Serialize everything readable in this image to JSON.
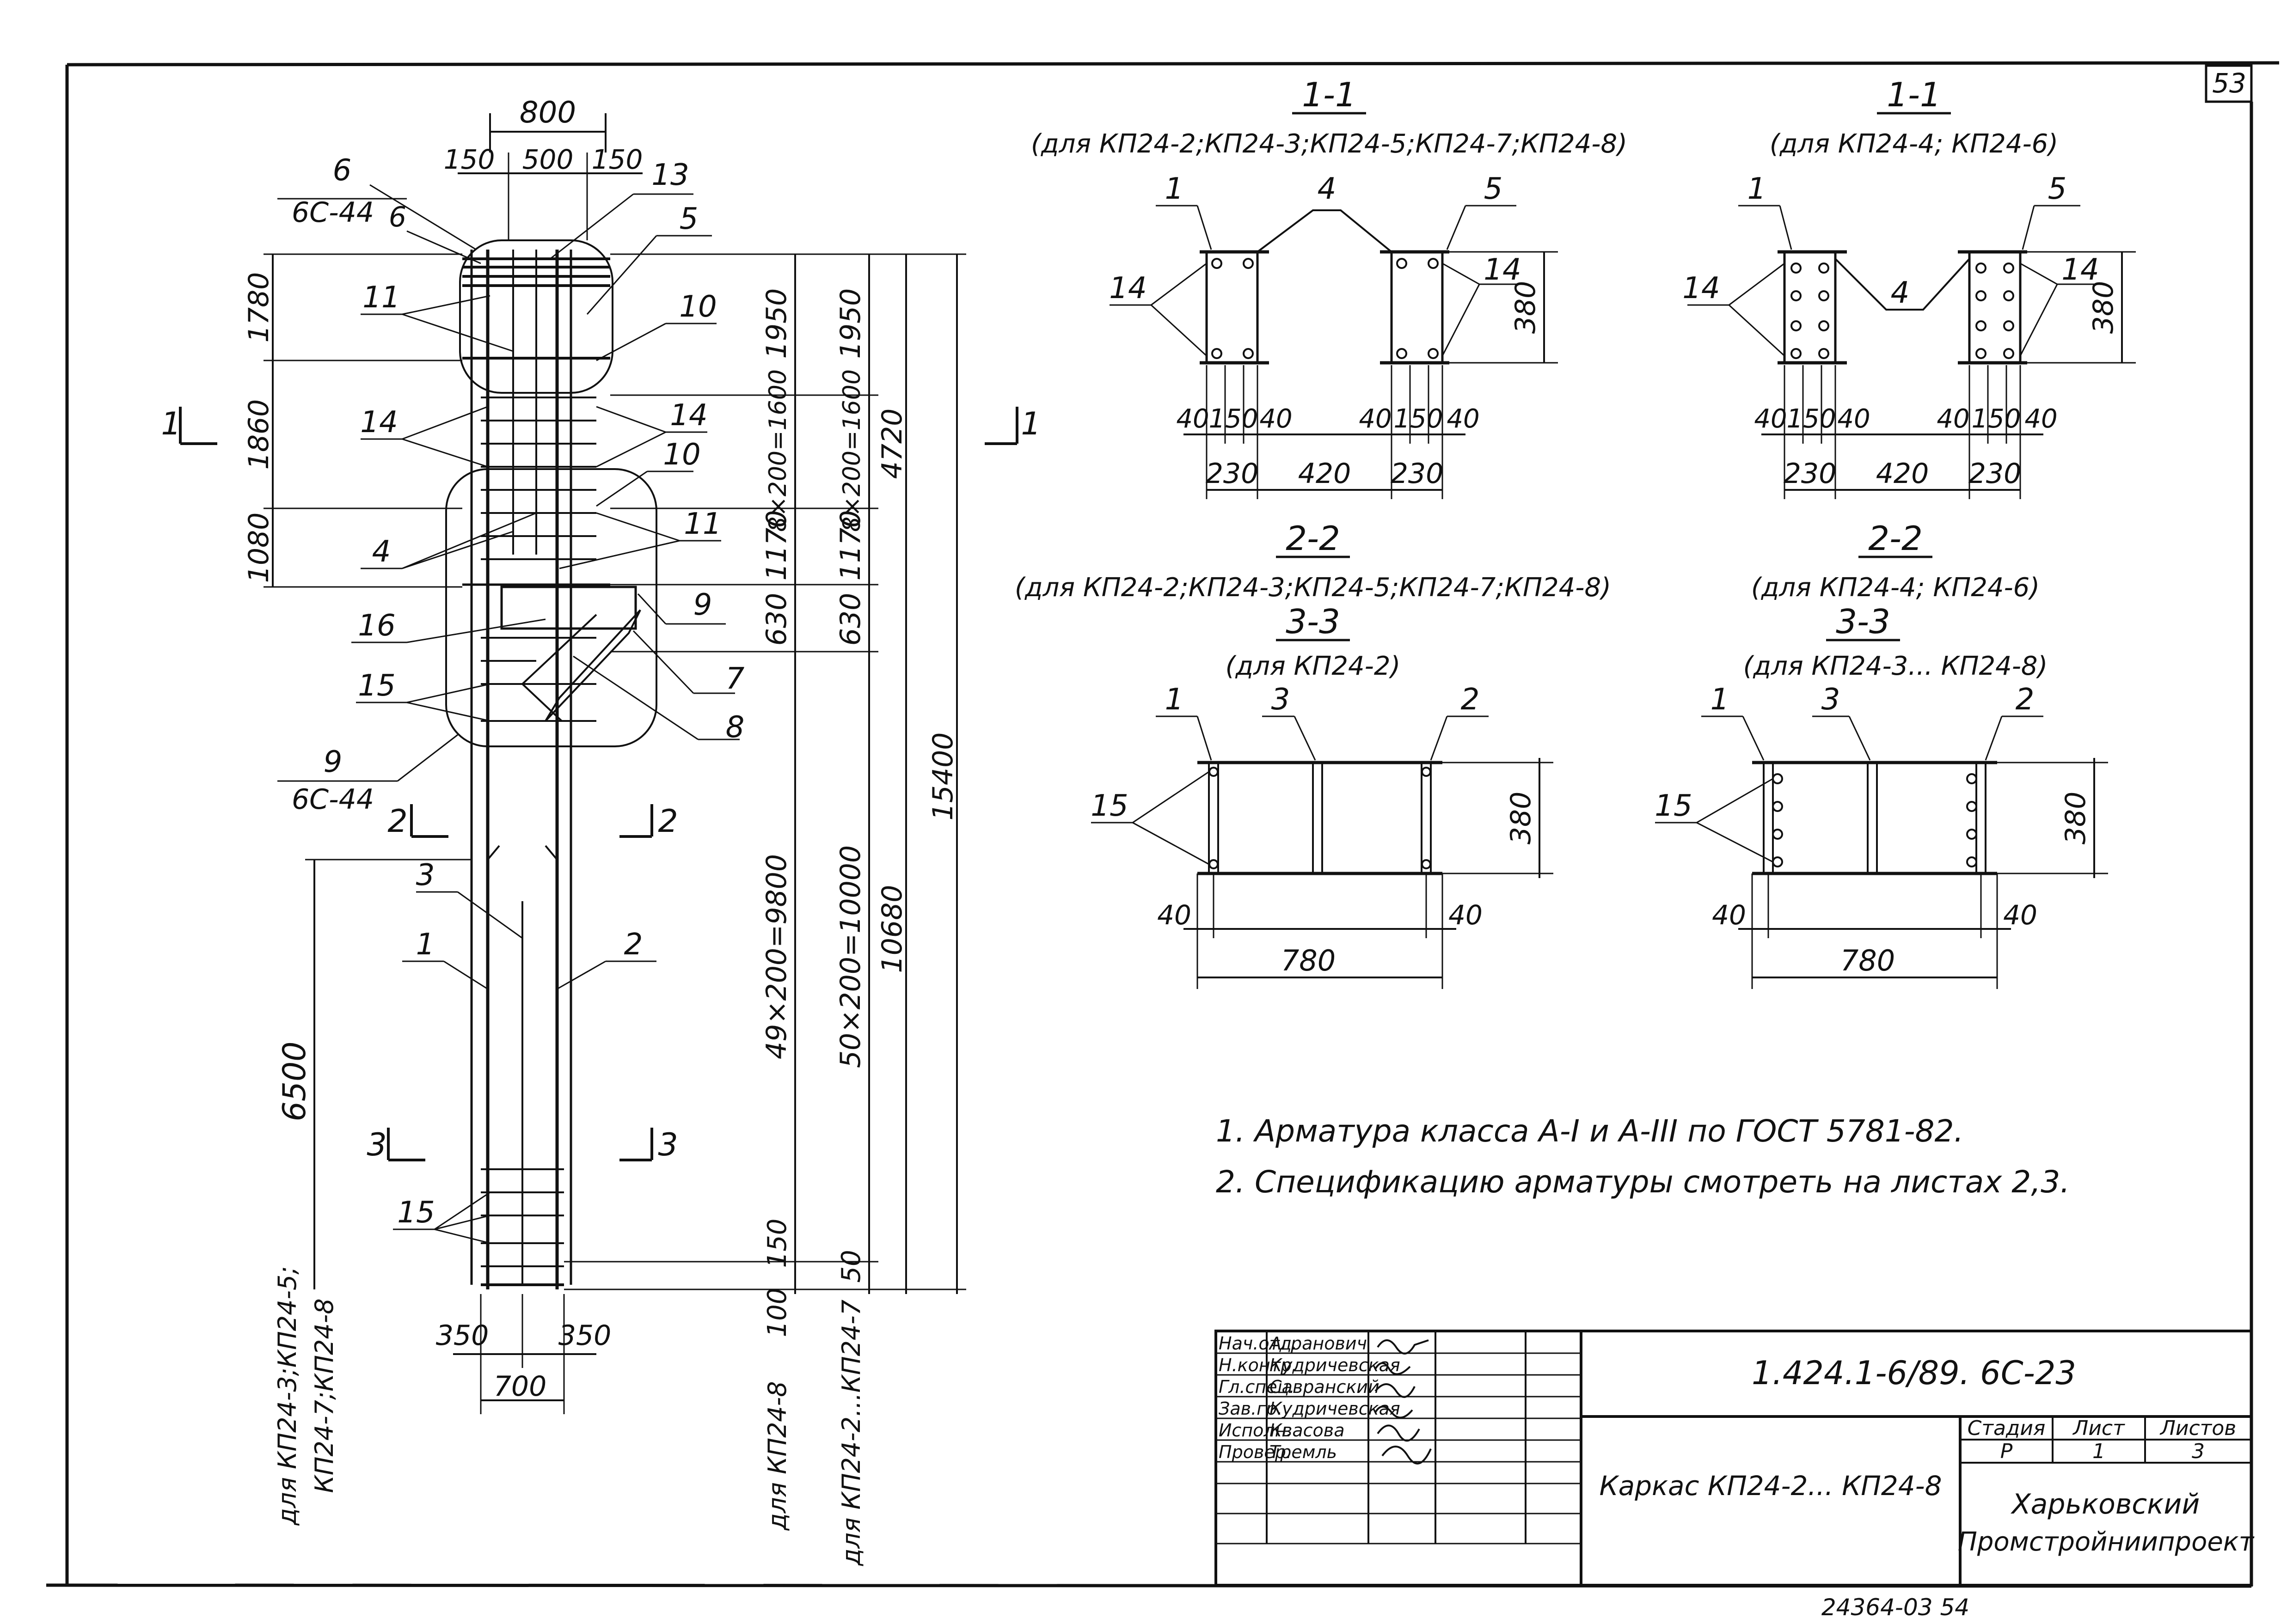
{
  "sheet_number": "53",
  "elevation": {
    "top_width": "800",
    "top_parts": [
      "150",
      "500",
      "150"
    ],
    "callouts": {
      "c6_top": "6",
      "c6_rebar": "6С-44",
      "c6_second": "6",
      "c13": "13",
      "c5": "5",
      "c11_top": "11",
      "c10_top": "10",
      "c14_left": "14",
      "c14_right": "14",
      "c10_mid": "10",
      "c4": "4",
      "c11_mid": "11",
      "c9": "9",
      "c16": "16",
      "c7": "7",
      "c15_top": "15",
      "c8": "8",
      "c9_bottom": "9",
      "c6c44_bottom": "6С-44",
      "c3": "3",
      "c1": "1",
      "c2": "2",
      "c15_bottom": "15"
    },
    "left_dims": [
      "1780",
      "1860",
      "1080"
    ],
    "dims_col1": [
      "1950",
      "8×200=1600",
      "1170",
      "630",
      "49×200=9800",
      "150",
      "100"
    ],
    "dims_col2": [
      "1950",
      "8×200=1600",
      "1170",
      "630",
      "50×200=10000",
      "50"
    ],
    "dim_4720": "4720",
    "dim_10680": "10680",
    "dim_15400": "15400",
    "dim_6500": "6500",
    "bottom_dims": [
      "350",
      "350",
      "700"
    ],
    "section_marks": {
      "s1_left": "1",
      "s1_right": "1",
      "s2_left": "2",
      "s2_right": "2",
      "s3_left": "3",
      "s3_right": "3"
    },
    "vertical_notes": {
      "left_a": "для КП24-3;КП24-5;",
      "left_b": "КП24-7;КП24-8",
      "col1": "для КП24-8",
      "col2": "для КП24-2...КП24-7"
    }
  },
  "sections": [
    {
      "id": "sec-1-1-a",
      "title": "1-1",
      "subtitle": "(для КП24-2;КП24-3;КП24-5;КП24-7;КП24-8)",
      "labels": [
        "1",
        "4",
        "5",
        "14",
        "14"
      ],
      "dims": [
        "380",
        "40",
        "150",
        "40",
        "40",
        "150",
        "40",
        "230",
        "420",
        "230"
      ]
    },
    {
      "id": "sec-1-1-b",
      "title": "1-1",
      "subtitle": "(для КП24-4; КП24-6)",
      "labels": [
        "1",
        "4",
        "5",
        "14",
        "14"
      ],
      "dims": [
        "380",
        "40",
        "150",
        "40",
        "40",
        "150",
        "40",
        "230",
        "420",
        "230"
      ]
    },
    {
      "id": "sec-2-2-3-3-a",
      "title": "2-2",
      "subtitle": "(для КП24-2;КП24-3;КП24-5;КП24-7;КП24-8)",
      "title2": "3-3",
      "subtitle2": "(для КП24-2)",
      "labels": [
        "1",
        "3",
        "2",
        "15"
      ],
      "dims": [
        "380",
        "40",
        "40",
        "780"
      ]
    },
    {
      "id": "sec-2-2-3-3-b",
      "title": "2-2",
      "subtitle": "(для КП24-4; КП24-6)",
      "title2": "3-3",
      "subtitle2": "(для КП24-3... КП24-8)",
      "labels": [
        "1",
        "3",
        "2",
        "15"
      ],
      "dims": [
        "380",
        "40",
        "40",
        "780"
      ]
    }
  ],
  "notes": [
    "1. Арматура класса А-I и А-III по ГОСТ 5781-82.",
    "2. Спецификацию арматуры смотреть на листах 2,3."
  ],
  "title_block": {
    "rows": [
      {
        "role": "Нач.отд.",
        "name": "Агранович"
      },
      {
        "role": "Н.контр.",
        "name": "Кудричевская"
      },
      {
        "role": "Гл.спец.",
        "name": "Савранский"
      },
      {
        "role": "Зав.гр.",
        "name": "Кудричевская"
      },
      {
        "role": "Исполн.",
        "name": "Квасова"
      },
      {
        "role": "Провер.",
        "name": "Тремль"
      }
    ],
    "code": "1.424.1-6/89. 6С-23",
    "drawing_title": "Каркас КП24-2... КП24-8",
    "stage_header": "Стадия",
    "sheet_header": "Лист",
    "sheets_header": "Листов",
    "stage": "Р",
    "sheet": "1",
    "sheets": "3",
    "org_line1": "Харьковский",
    "org_line2": "Промстройниипроект"
  },
  "footer_stamp": "24364-03  54"
}
